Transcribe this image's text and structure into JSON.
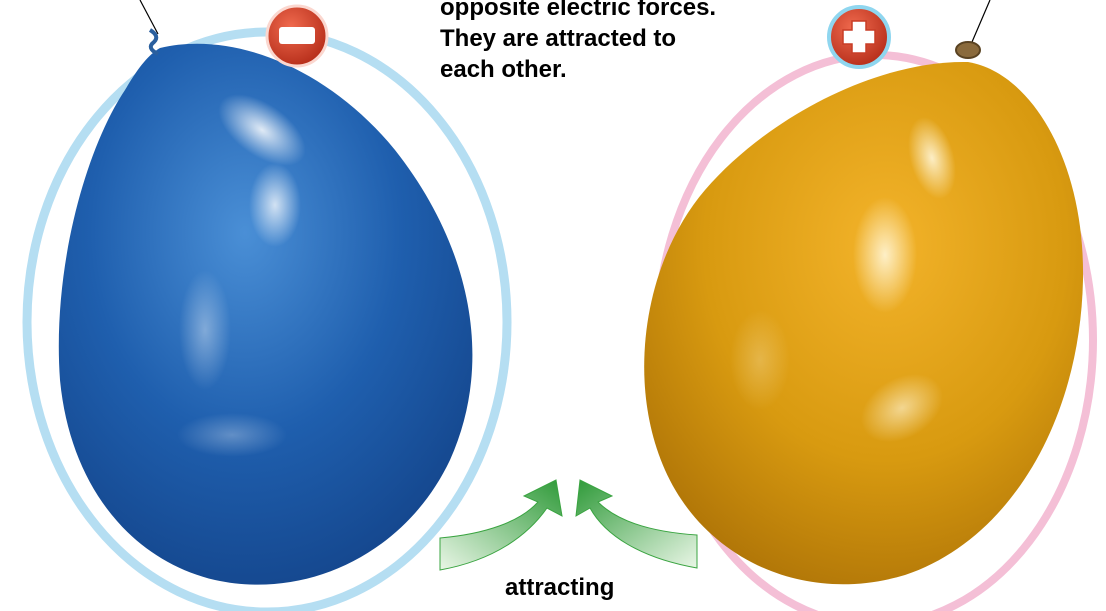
{
  "caption": {
    "line1": "opposite electric forces.",
    "line2": "They are attracted to",
    "line3": "each other."
  },
  "arrow_label": "attracting",
  "left_balloon": {
    "color": "blue",
    "charge_symbol": "minus-sign"
  },
  "right_balloon": {
    "color": "gold",
    "charge_symbol": "plus-sign"
  },
  "colors": {
    "left_outline": "#b5def2",
    "right_outline": "#f4bfd6",
    "minus_badge": "#d8402c",
    "plus_badge": "#d8402c",
    "arrow": "#3aa441"
  }
}
